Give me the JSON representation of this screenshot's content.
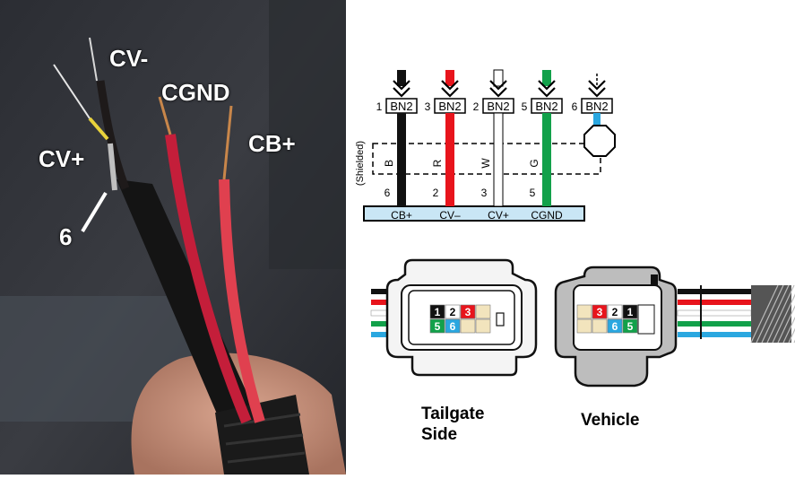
{
  "photo": {
    "labels": {
      "cv_minus": "CV-",
      "cgnd": "CGND",
      "cb_plus": "CB+",
      "cv_plus": "CV+",
      "pin_six": "6"
    }
  },
  "schematic": {
    "wires": [
      {
        "pin": "1",
        "connector": "BN2",
        "color_letter": "B",
        "end_pin": "6",
        "signal": "CB+",
        "color": "#111111"
      },
      {
        "pin": "3",
        "connector": "BN2",
        "color_letter": "R",
        "end_pin": "2",
        "signal": "CV–",
        "color": "#e8141c"
      },
      {
        "pin": "2",
        "connector": "BN2",
        "color_letter": "W",
        "end_pin": "3",
        "signal": "CV+",
        "color": "#ffffff"
      },
      {
        "pin": "5",
        "connector": "BN2",
        "color_letter": "G",
        "end_pin": "5",
        "signal": "CGND",
        "color": "#12a14a"
      },
      {
        "pin": "6",
        "connector": "BN2",
        "color_letter": "",
        "end_pin": "",
        "signal": "",
        "color": "#2aa7e0"
      }
    ],
    "shielded_label": "(Shielded)",
    "bar_color": "#c9e6f5"
  },
  "connectors": {
    "tailgate": {
      "label_line1": "Tailgate",
      "label_line2": "Side",
      "top_row": [
        "1",
        "2",
        "3",
        ""
      ],
      "bottom_row": [
        "5",
        "6",
        "",
        ""
      ]
    },
    "vehicle": {
      "label": "Vehicle",
      "top_row": [
        "",
        "3",
        "2",
        "1"
      ],
      "bottom_row": [
        "",
        "",
        "6",
        "5"
      ]
    },
    "pin_colors": {
      "1": "#111111",
      "2": "#ffffff",
      "3": "#e8141c",
      "5": "#12a14a",
      "6": "#2aa7e0",
      "empty": "#f2e4bd"
    }
  }
}
